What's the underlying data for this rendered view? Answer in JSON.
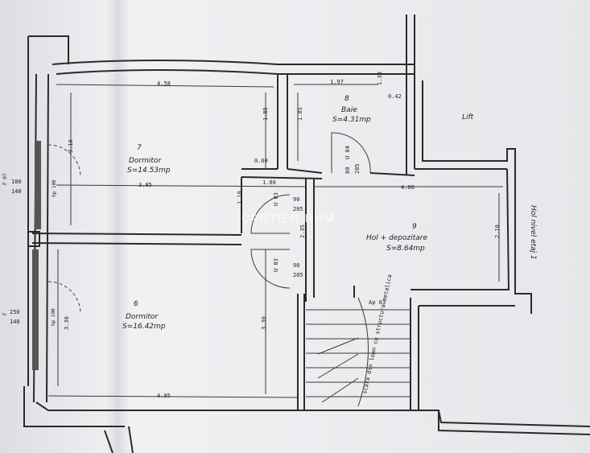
{
  "watermark": "CARTIER-RHM",
  "rooms": [
    {
      "number": "7",
      "name": "Dormitor",
      "area": "S=14.53mp"
    },
    {
      "number": "8",
      "name": "Baie",
      "area": "S=4.31mp"
    },
    {
      "number": "9",
      "name": "Hol + depozitare",
      "area": "S=8.64mp"
    },
    {
      "number": "6",
      "name": "Dormitor",
      "area": "S=16.42mp"
    }
  ],
  "labels": {
    "lift": "Lift",
    "hol_nivel": "Hol nivel etaj 1"
  },
  "doors": [
    {
      "code": "U 04",
      "w": "80",
      "h": "205"
    },
    {
      "code": "U 03",
      "w": "90",
      "h": "205"
    },
    {
      "code": "U 03",
      "w": "90",
      "h": "205"
    }
  ],
  "dimensions": {
    "d_4_58": "4.58",
    "d_1_97": "1.97",
    "d_0_42": "0.42",
    "d_1_30": "1.30",
    "d_1_85a": "1.85",
    "d_1_85b": "1.85",
    "d_0_60": "0.60",
    "d_3_10": "3.10",
    "d_3_85": "3.85",
    "d_1_00": "1.00",
    "d_4_00": "4.00",
    "d_1_10": "1.10",
    "d_2_35": "2.35",
    "d_2_10": "2.10",
    "d_3_30a": "3.30",
    "d_3_30b": "3.30",
    "d_4_95": "4.95"
  },
  "windows": [
    {
      "code": "F 07",
      "w": "180",
      "h": "140",
      "sill": "hp 100"
    },
    {
      "code": "F",
      "w": "250",
      "h": "140",
      "sill": "hp 100"
    }
  ],
  "stairs_text": "scara din lemn cu structura metalica",
  "stairs_code": "Ap 03"
}
